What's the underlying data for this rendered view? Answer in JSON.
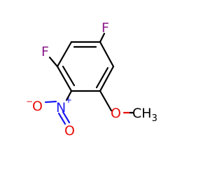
{
  "molecule": {
    "atoms": {
      "f_top": "F",
      "f_left": "F",
      "n": "N",
      "n_charge": "+",
      "o_minus": "O",
      "o_minus_charge": "−",
      "o_double": "O",
      "o_ether": "O",
      "methyl_c": "CH",
      "methyl_sub": "3"
    },
    "colors": {
      "bond": "#000000",
      "fluorine": "#8b1a8b",
      "nitrogen": "#1c1cf0",
      "oxygen": "#e8100c",
      "carbon": "#000000"
    }
  }
}
